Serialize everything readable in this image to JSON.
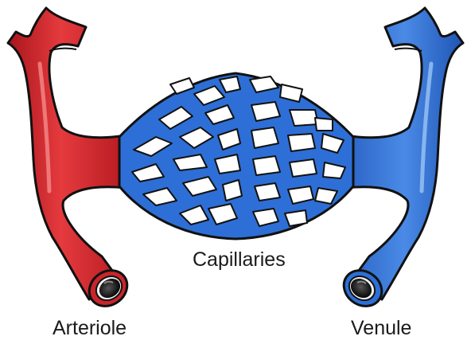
{
  "labels": {
    "capillaries": "Capillaries",
    "arteriole": "Arteriole",
    "venule": "Venule"
  },
  "colors": {
    "arterial": "#d8262c",
    "arterial_dark": "#8e1116",
    "arterial_light": "#f26b6b",
    "venous": "#2d6fd6",
    "venous_dark": "#163f8c",
    "venous_light": "#7fb0f2",
    "outline": "#111111",
    "gap": "#ffffff"
  }
}
